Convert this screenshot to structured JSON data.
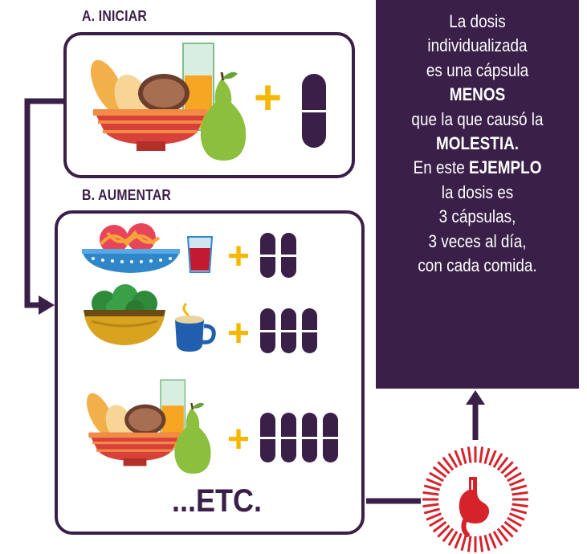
{
  "sections": {
    "start_label": "A. INICIAR",
    "increase_label": "B. AUMENTAR"
  },
  "panel_a": {
    "meal_icon": "breakfast-icon",
    "plus": "+",
    "capsules": 1
  },
  "panel_b": {
    "rows": [
      {
        "meal_icon": "pasta-bowl-icon",
        "drink_icon": "juice-glass-icon",
        "plus": "+",
        "capsules": 2
      },
      {
        "meal_icon": "salad-bowl-icon",
        "drink_icon": "coffee-cup-icon",
        "plus": "+",
        "capsules": 3
      },
      {
        "meal_icon": "breakfast-icon",
        "plus": "+",
        "capsules": 4
      }
    ],
    "etc": "...ETC."
  },
  "info_box": {
    "line1": "La dosis",
    "line2": "individualizada",
    "line3": "es una cápsula",
    "line4_bold": "MENOS",
    "line5": "que la que causó la",
    "line6_bold": "MOLESTIA.",
    "line7_prefix": "En este ",
    "line7_bold": "EJEMPLO",
    "line8": "la dosis es",
    "line9": "3 cápsulas,",
    "line10": "3 veces al día,",
    "line11": "con cada comida."
  },
  "stomach_icon": "stomach-pain-icon",
  "colors": {
    "brand_purple": "#3a1f48",
    "accent_yellow": "#f5b700",
    "alert_red": "#d6232b",
    "white": "#ffffff"
  }
}
